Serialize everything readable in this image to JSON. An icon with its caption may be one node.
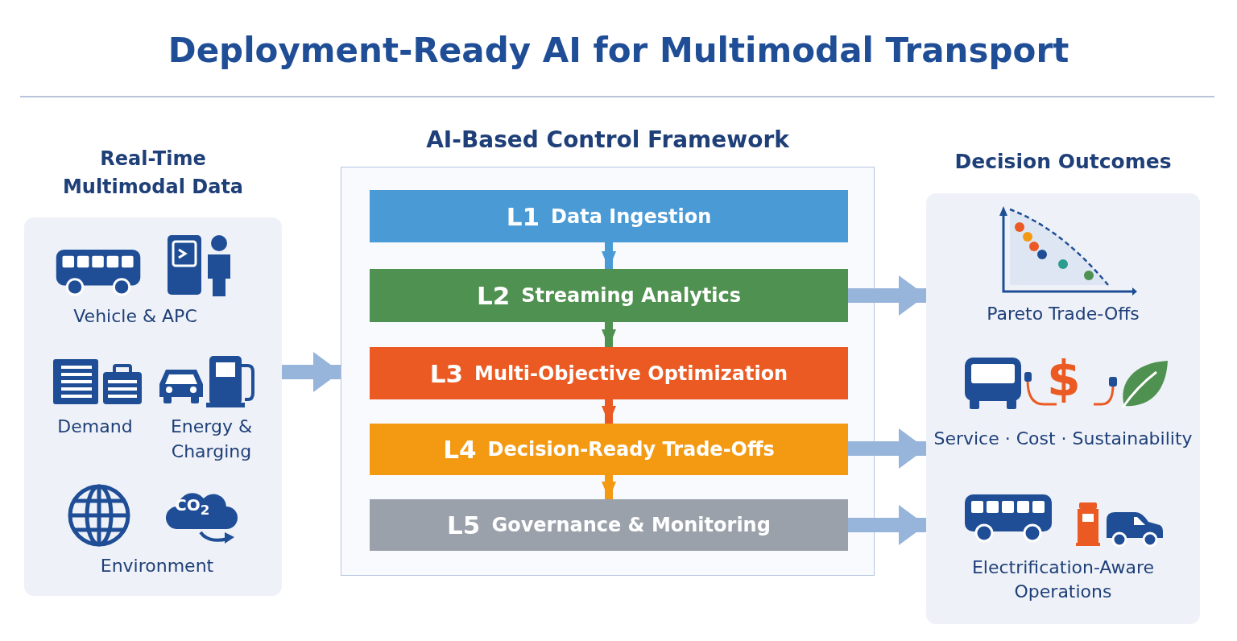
{
  "diagram": {
    "title": "Deployment-Ready AI for Multimodal Transport",
    "nodes": [
      {
        "text": [
          "Real-Time Multimodal Data"
        ]
      },
      {
        "text": [
          "AI-Based Control Framework"
        ]
      },
      {
        "text": [
          "L1",
          "Data Ingestion"
        ],
        "in": 1
      },
      {
        "text": [
          "L2",
          "Streaming Analytics"
        ],
        "in": 1
      },
      {
        "text": [
          "L3",
          "Multi-Objective Optimization"
        ],
        "in": 1
      },
      {
        "text": [
          "L4",
          "Decision-Ready Trade-Offs"
        ],
        "in": 1
      },
      {
        "text": [
          "L5",
          "Governance & Monitoring"
        ],
        "in": 1
      },
      {
        "text": [
          "Decision Outcomes"
        ]
      },
      {
        "text": [
          "Pareto Trade-Offs"
        ],
        "in": 7
      },
      {
        "text": [
          "Service · Cost · Sustainability"
        ],
        "in": 7
      },
      {
        "text": [
          "Electrification-Aware Operations"
        ],
        "in": 7
      }
    ],
    "edges": [
      {
        "from": 0,
        "to": 1,
        "arrow": "to",
        "style": "thick"
      },
      {
        "from": 2,
        "to": 3,
        "arrow": "to",
        "color": "#4a9ad6"
      },
      {
        "from": 3,
        "to": 4,
        "arrow": "to",
        "color": "#4f9150"
      },
      {
        "from": 4,
        "to": 5,
        "arrow": "to",
        "color": "#ea5a22"
      },
      {
        "from": 5,
        "to": 6,
        "arrow": "to",
        "color": "#f39a12"
      },
      {
        "from": 3,
        "to": 8,
        "arrow": "to",
        "style": "thick"
      },
      {
        "from": 5,
        "to": 9,
        "arrow": "to",
        "style": "thick"
      },
      {
        "from": 6,
        "to": 10,
        "arrow": "to",
        "style": "thick"
      }
    ],
    "labels": [
      "Vehicle & APC",
      "Demand",
      "Energy & Charging",
      "CO$_{2}$",
      "Environment",
      "$"
    ]
  }
}
